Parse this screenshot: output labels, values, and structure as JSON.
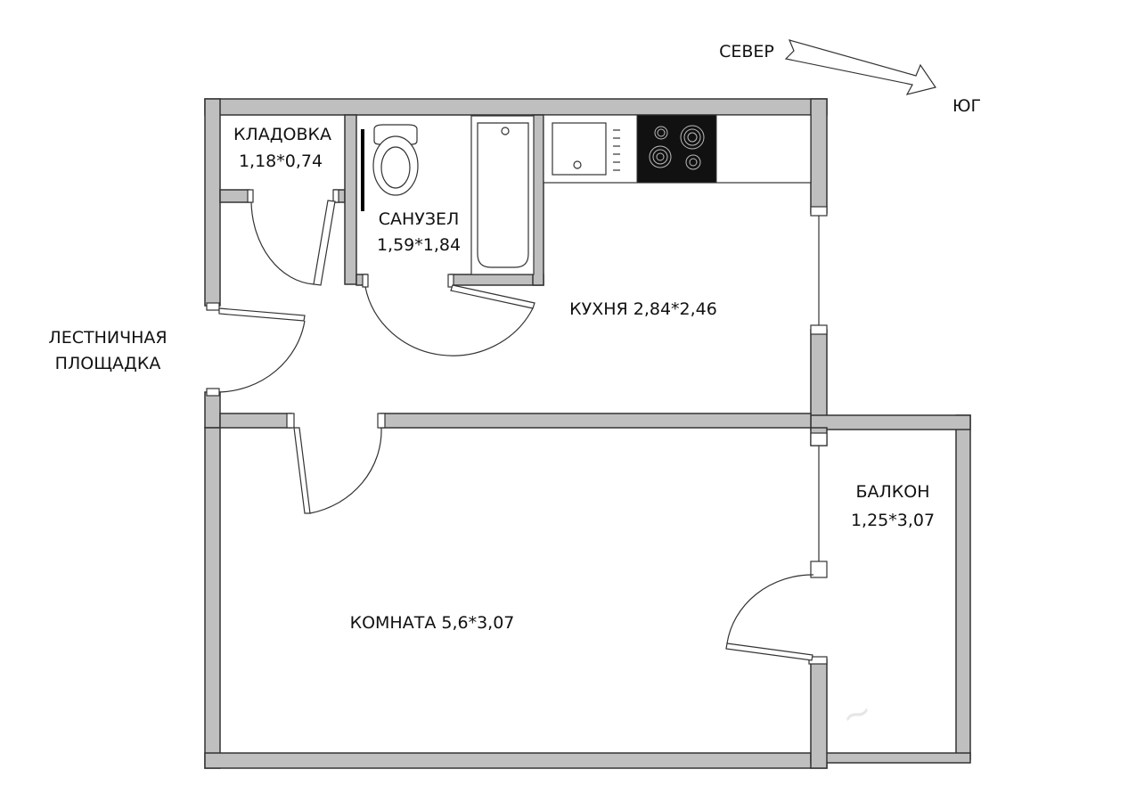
{
  "labels": {
    "north": "СЕВЕР",
    "south": "ЮГ",
    "storage_name": "КЛАДОВКА",
    "storage_size": "1,18*0,74",
    "bathroom_name": "САНУЗЕЛ",
    "bathroom_size": "1,59*1,84",
    "kitchen": "КУХНЯ 2,84*2,46",
    "stairwell_line1": "ЛЕСТНИЧНАЯ",
    "stairwell_line2": "ПЛОЩАДКА",
    "balcony_name": "БАЛКОН",
    "balcony_size": "1,25*3,07",
    "room": "КОМНАТА 5,6*3,07"
  },
  "colors": {
    "wall_fill": "#bfbfbf",
    "outline": "#333333",
    "stove": "#111111"
  }
}
